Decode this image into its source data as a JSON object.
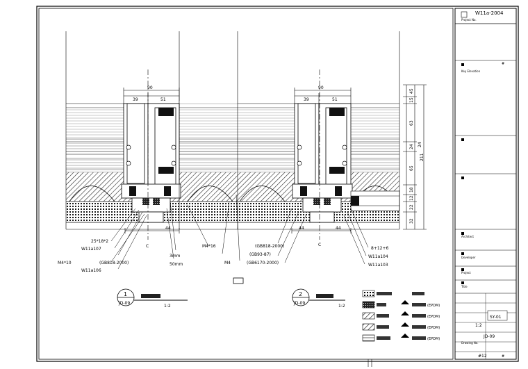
{
  "title_block": {
    "project_no_label": "Project No.",
    "project_no": "W11a-2004",
    "key_elevation_label": "Key Elevation",
    "sheet_small_mark": "#",
    "architect_label": "Architect",
    "developer_label": "Developer",
    "project_label": "Project",
    "title_label": "Title",
    "drawing_no_label": "Drawing No.",
    "drawing_no": "JD-09",
    "sheet_code": "SY-01",
    "sheet_ratio": "1:2",
    "bottom_mark": "#12",
    "bottom_mark2": "#"
  },
  "detail1": {
    "number": "1",
    "ref": "JD-09",
    "scale": "1:2"
  },
  "detail2": {
    "number": "2",
    "ref": "JD-09",
    "scale": "1:2"
  },
  "dims": {
    "top_left": "90",
    "top_left_a": "39",
    "top_left_b": "51",
    "top_right": "90",
    "top_right_a": "39",
    "top_right_b": "51",
    "right_col": [
      "45",
      "15",
      "63",
      "24",
      "65",
      "18",
      "12",
      "22",
      "32"
    ],
    "right_total": "211",
    "bottom_44a": "44",
    "bottom_44b": "44",
    "bottom_44c": "44"
  },
  "annotations": {
    "a1": "25*18*2",
    "a2": "W11a107",
    "a3": "(GB818-2000)",
    "a4": "M4*10",
    "a5": "W11a106",
    "a6": "3mm",
    "a7": "50mm",
    "a8": "M4*16",
    "a9": "(GB93-87)",
    "a10": "M4",
    "a11": "(GB818-2000)",
    "a12": "(GB6170-2000)",
    "a13": "8+12+6",
    "a14": "W11a104",
    "a15": "W11a103",
    "center_mark": "C"
  },
  "legend": [
    {
      "abbr": "",
      "epdm": ""
    },
    {
      "abbr": "",
      "epdm": "(EPDM)"
    },
    {
      "abbr": "",
      "epdm": "(EPDM)"
    },
    {
      "abbr": "",
      "epdm": "(EPDM)"
    },
    {
      "abbr": "",
      "epdm": "(EPDM)"
    }
  ]
}
